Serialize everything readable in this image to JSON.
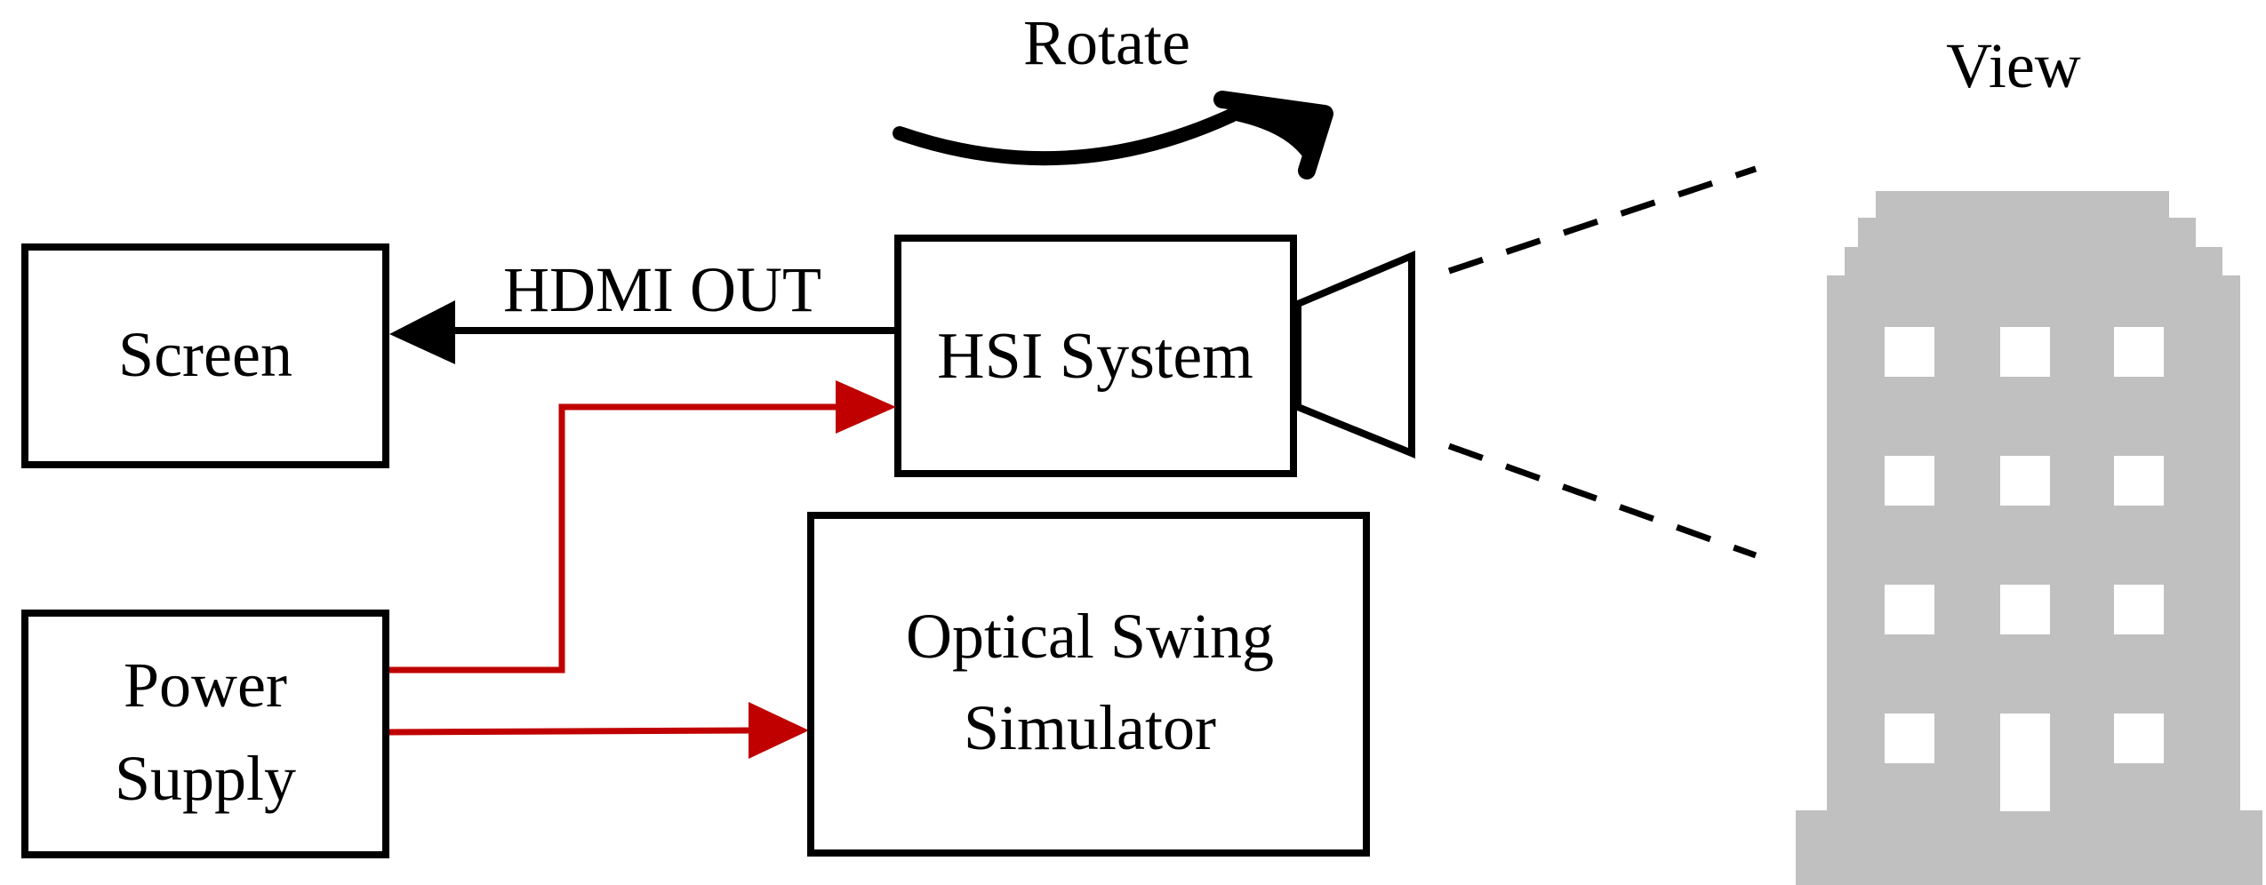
{
  "labels": {
    "rotate": "Rotate",
    "view": "View",
    "hdmi_out": "HDMI OUT",
    "screen": "Screen",
    "hsi_system": "HSI System",
    "power_supply_line1": "Power",
    "power_supply_line2": "Supply",
    "simulator_line1": "Optical Swing",
    "simulator_line2": "Simulator"
  },
  "colors": {
    "outline": "#000000",
    "power_line": "#c00000",
    "building": "#c0c0c0",
    "background": "#ffffff"
  },
  "icons": {
    "camera_lens": "camera-lens-icon",
    "rotation": "curved-arrow-icon",
    "building": "building-icon"
  }
}
